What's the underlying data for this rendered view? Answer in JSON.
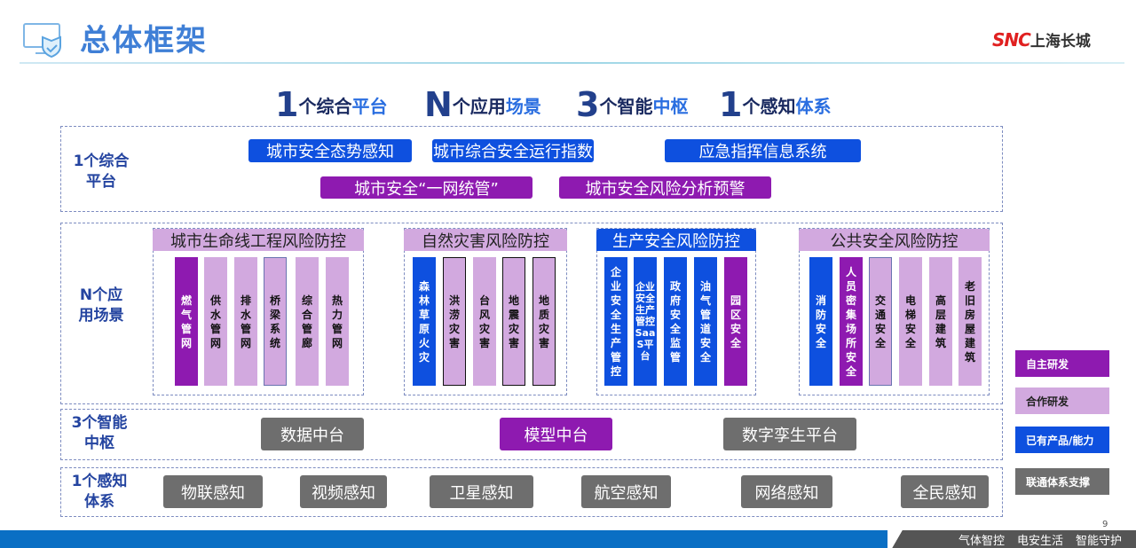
{
  "header": {
    "title": "总体框架",
    "logo_brand": "SNC",
    "logo_text": "上海长城"
  },
  "taglines": [
    {
      "num": "1",
      "mid": "个综合",
      "accent": "平台"
    },
    {
      "num": "N",
      "mid": "个应用",
      "accent": "场景"
    },
    {
      "num": "3",
      "mid": "个智能",
      "accent": "中枢"
    },
    {
      "num": "1",
      "mid": "个感知",
      "accent": "体系"
    }
  ],
  "platform": {
    "label": "1个综合平台",
    "items": [
      "城市安全态势感知",
      "城市综合安全运行指数",
      "应急指挥信息系统",
      "城市安全“一网统管”",
      "城市安全风险分析预警"
    ]
  },
  "scenarios": {
    "label": "N个应用场景",
    "groups": [
      {
        "title": "城市生命线工程风险防控",
        "items": [
          "燃气管网",
          "供水管网",
          "排水管网",
          "桥梁系统",
          "综合管廊",
          "热力管网"
        ]
      },
      {
        "title": "自然灾害风险防控",
        "items": [
          "森林草原火灾",
          "洪涝灾害",
          "台风灾害",
          "地震灾害",
          "地质灾害"
        ]
      },
      {
        "title": "生产安全风险防控",
        "items": [
          "企业安全生产管控",
          "企业安全生产管控SaaS平台",
          "政府安全监管",
          "油气管道安全",
          "园区 安全"
        ]
      },
      {
        "title": "公共安全风险防控",
        "items": [
          "消防安全",
          "人员密集场所安全",
          "交通安全",
          "电梯安全",
          "高层建筑",
          "老旧房屋建筑"
        ]
      }
    ]
  },
  "hubs": {
    "label": "3个智能中枢",
    "items": [
      "数据中台",
      "模型中台",
      "数字孪生平台"
    ]
  },
  "sensing": {
    "label": "1个感知体系",
    "items": [
      "物联感知",
      "视频感知",
      "卫星感知",
      "航空感知",
      "网络感知",
      "全民感知"
    ]
  },
  "legend": [
    "自主研发",
    "合作研发",
    "已有产品/能力",
    "联通体系支撑"
  ],
  "footer": {
    "slogans": [
      "气体智控",
      "电安生活",
      "智能守护"
    ],
    "page": "9"
  },
  "colors": {
    "blue": "#0e50df",
    "purple": "#8e1ab0",
    "light_purple": "#d2a9df",
    "gray": "#6e6e6e"
  }
}
